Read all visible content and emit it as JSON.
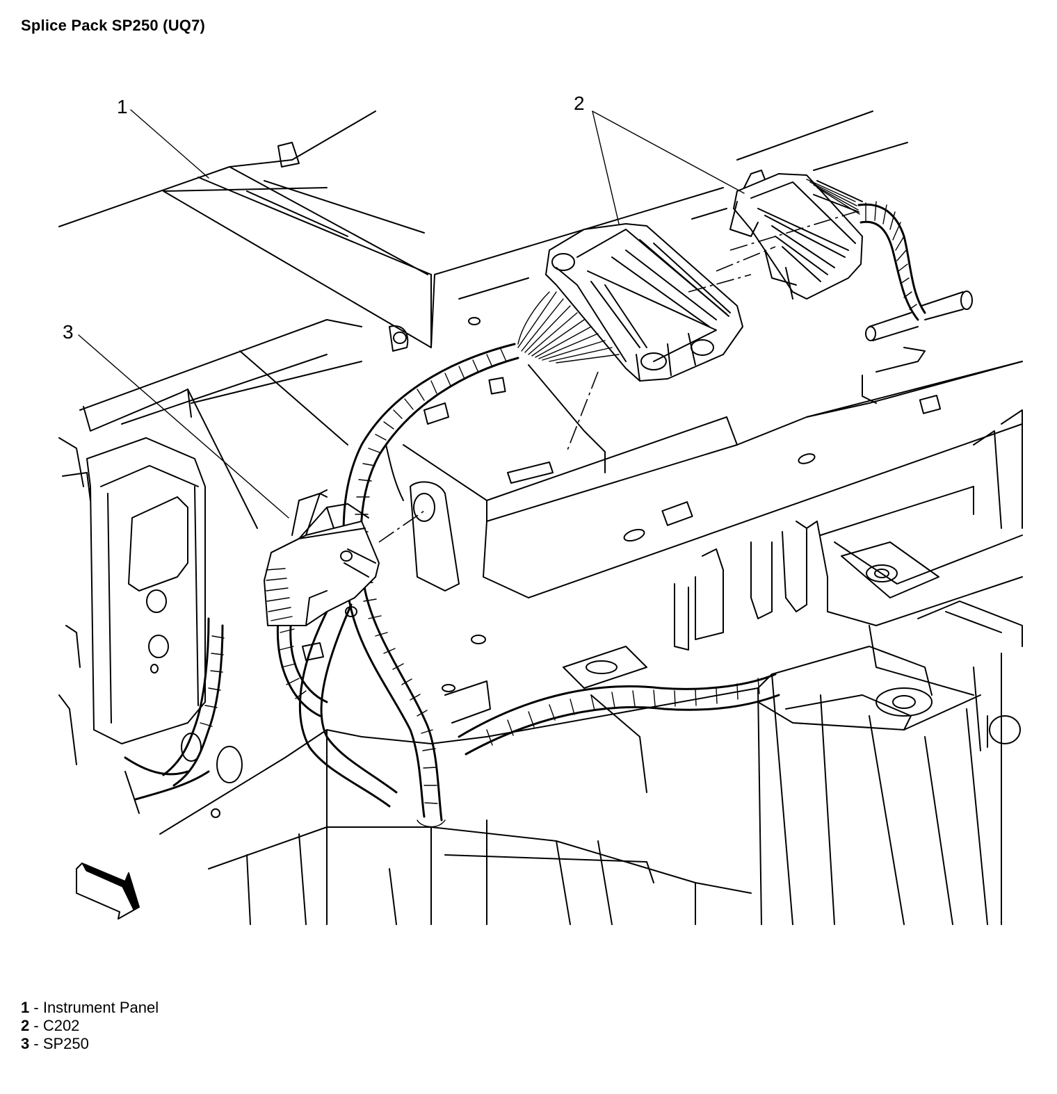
{
  "title": "Splice Pack SP250 (UQ7)",
  "callouts": [
    {
      "number": "1",
      "label": "Instrument Panel"
    },
    {
      "number": "2",
      "label": "C202"
    },
    {
      "number": "3",
      "label": "SP250"
    }
  ],
  "legend_separator": "-",
  "icons": {
    "direction_arrow": "forward-arrow-icon"
  }
}
